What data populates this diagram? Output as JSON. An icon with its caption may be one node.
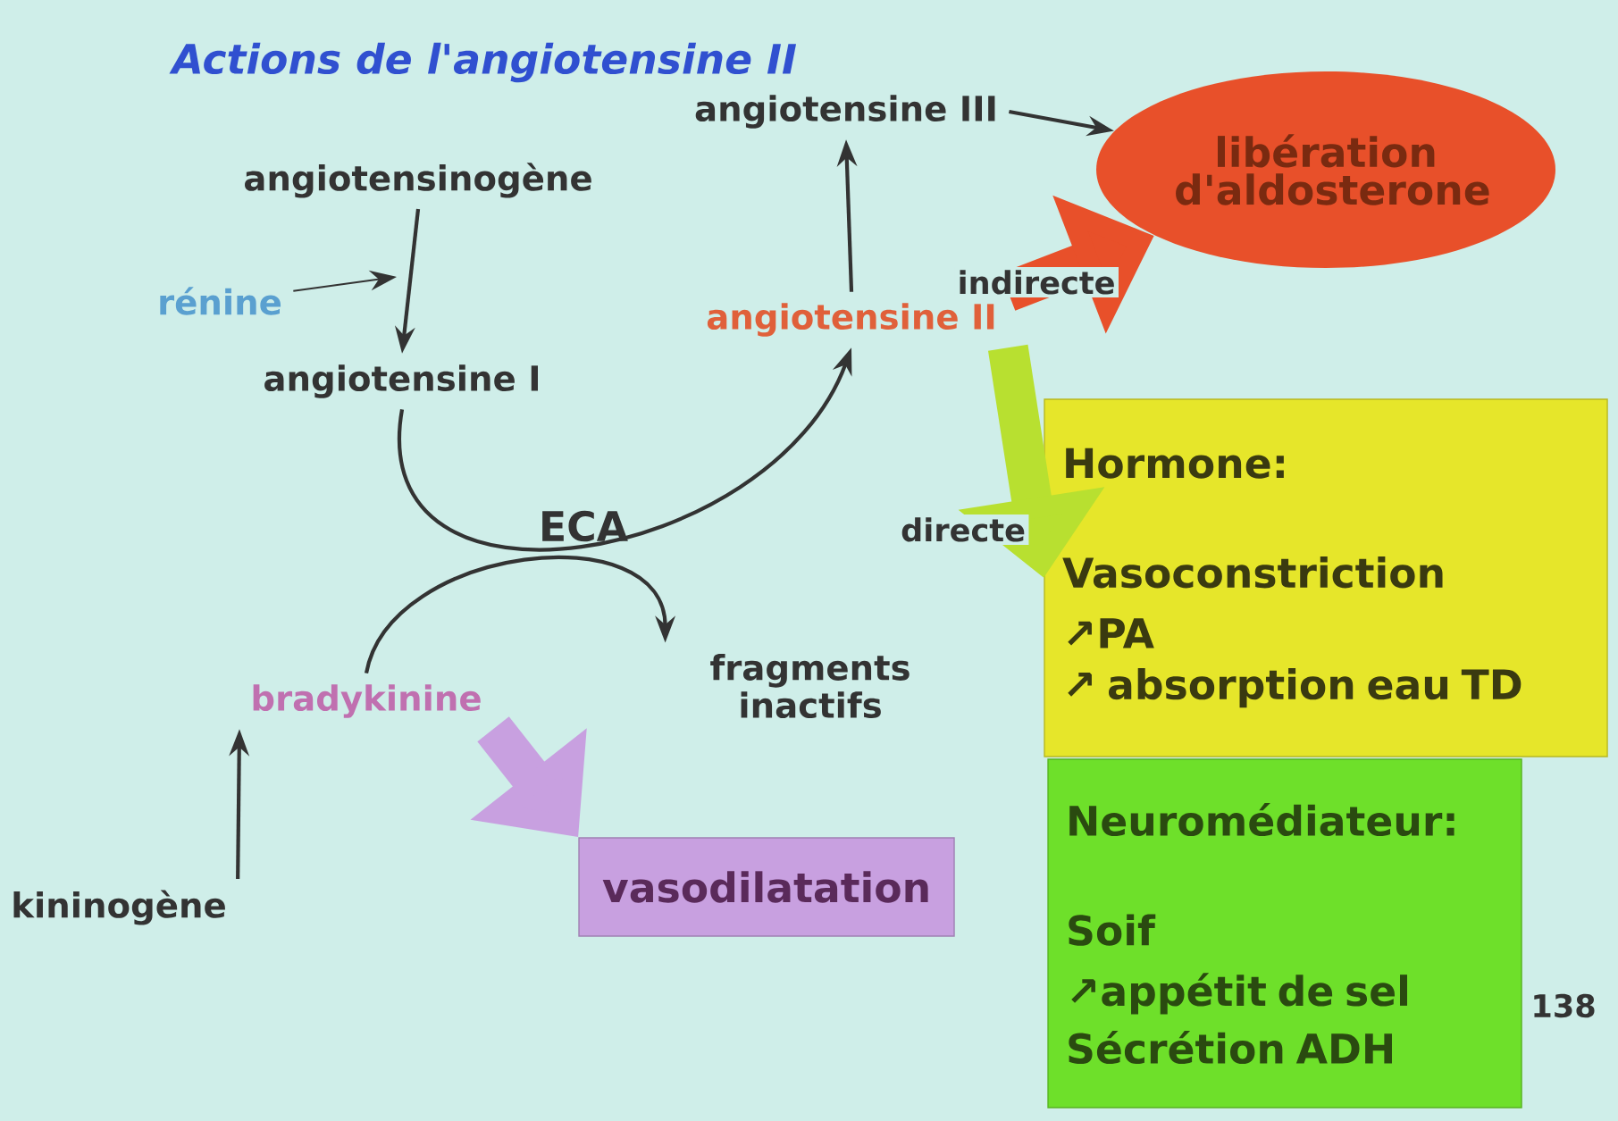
{
  "diagram": {
    "title": "Actions de l'angiotensine II",
    "nodes": [
      {
        "text": [
          "angiotensinogène"
        ]
      },
      {
        "text": [
          "rénine"
        ]
      },
      {
        "text": [
          "angiotensine I"
        ]
      },
      {
        "text": [
          "angiotensine II"
        ]
      },
      {
        "text": [
          "angiotensine III"
        ]
      },
      {
        "text": [
          "libération d'aldosterone"
        ]
      },
      {
        "text": [
          "Hormone:",
          "Vasoconstriction",
          "↗PA",
          "↗ absorption eau TD"
        ]
      },
      {
        "text": [
          "Neuromédiateur:",
          "Soif",
          "↗appétit de sel",
          "Sécrétion ADH"
        ]
      },
      {
        "text": [
          "bradykinine"
        ]
      },
      {
        "text": [
          "fragments inactifs"
        ]
      },
      {
        "text": [
          "kininogène"
        ]
      },
      {
        "text": [
          "vasodilatation"
        ]
      }
    ],
    "edges": [
      {
        "from": 0,
        "to": 2,
        "arrow": "to"
      },
      {
        "from": 1,
        "to": null,
        "arrow": "to"
      },
      {
        "from": 2,
        "to": 3,
        "arrow": "to"
      },
      {
        "from": 3,
        "to": 4,
        "arrow": "to"
      },
      {
        "from": 4,
        "to": 5,
        "arrow": "to"
      },
      {
        "from": 3,
        "to": 5,
        "arrow": "to",
        "label": "indirecte",
        "style": "thick",
        "color": "#e8502a"
      },
      {
        "from": 3,
        "to": 6,
        "arrow": "to",
        "label": "directe",
        "style": "thick",
        "color": "#b8e030"
      },
      {
        "from": 8,
        "to": 9,
        "arrow": "to"
      },
      {
        "from": 10,
        "to": 8,
        "arrow": "to"
      },
      {
        "from": 8,
        "to": 11,
        "arrow": "to",
        "style": "thick",
        "color": "#c8a0e0"
      }
    ],
    "labels": [
      "ECA",
      "138"
    ]
  }
}
